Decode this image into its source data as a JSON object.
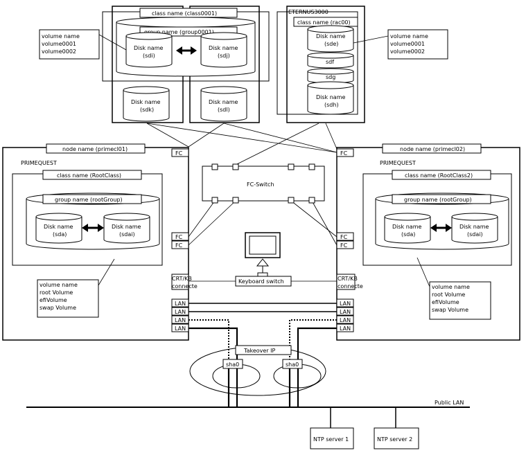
{
  "storage_left": {
    "class_label": "class name (class0001)",
    "group_label": "group name (group0001)",
    "disks": [
      {
        "line1": "Disk name",
        "line2": "(sdi)"
      },
      {
        "line1": "Disk name",
        "line2": "(sdj)"
      },
      {
        "line1": "Disk name",
        "line2": "(sdk)"
      },
      {
        "line1": "Disk name",
        "line2": "(sdl)"
      }
    ],
    "volumes": [
      "volume name",
      "volume0001",
      "volume0002"
    ]
  },
  "storage_right": {
    "title": "ETERNUS3000",
    "class_label": "class name (rac00)",
    "disks": [
      {
        "line1": "Disk name",
        "line2": "(sde)"
      },
      {
        "line1": "sdf",
        "line2": ""
      },
      {
        "line1": "sdg",
        "line2": ""
      },
      {
        "line1": "Disk name",
        "line2": "(sdh)"
      }
    ],
    "volumes": [
      "volume name",
      "volume0001",
      "volume0002"
    ]
  },
  "node_left": {
    "name_label": "node name (primecl01)",
    "product": "PRIMEQUEST",
    "class_label": "class name (RootClass)",
    "group_label": "group name (rootGroup)",
    "disks": [
      {
        "line1": "Disk name",
        "line2": "(sda)"
      },
      {
        "line1": "Disk name",
        "line2": "(sdai)"
      }
    ],
    "volumes": [
      "volume name",
      "root Volume",
      "efiVolume",
      "swap Volume"
    ],
    "fc_labels": [
      "FC",
      "FC",
      "FC"
    ],
    "crt_labels": [
      "CRT/KB",
      "connecte"
    ],
    "lan_labels": [
      "LAN",
      "LAN",
      "LAN",
      "LAN"
    ]
  },
  "node_right": {
    "name_label": "node name (primecl02)",
    "product": "PRIMEQUEST",
    "class_label": "class name (RootClass2)",
    "group_label": "group name (rootGroup)",
    "disks": [
      {
        "line1": "Disk name",
        "line2": "(sda)"
      },
      {
        "line1": "Disk name",
        "line2": "(sdai)"
      }
    ],
    "volumes": [
      "volume name",
      "root Volume",
      "efiVolume",
      "swap Volume"
    ],
    "fc_labels": [
      "FC",
      "FC",
      "FC"
    ],
    "crt_labels": [
      "CRT/KB",
      "connecte"
    ],
    "lan_labels": [
      "LAN",
      "LAN",
      "LAN",
      "LAN"
    ]
  },
  "fc_switch": {
    "label": "FC-Switch"
  },
  "keyboard_switch": {
    "label": "Keyboard switch"
  },
  "takeover": {
    "label": "Takeover IP",
    "left_if": "sha0",
    "right_if": "sha0"
  },
  "public_lan": {
    "label": "Public LAN"
  },
  "ntp": [
    "NTP server 1",
    "NTP server 2"
  ]
}
